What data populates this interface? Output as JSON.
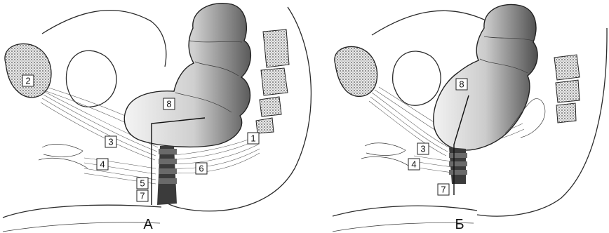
{
  "panels": [
    {
      "label": "А",
      "callouts": [
        "1",
        "2",
        "3",
        "4",
        "5",
        "6",
        "7",
        "8"
      ]
    },
    {
      "label": "Б",
      "callouts": [
        "3",
        "4",
        "7",
        "8"
      ]
    }
  ]
}
